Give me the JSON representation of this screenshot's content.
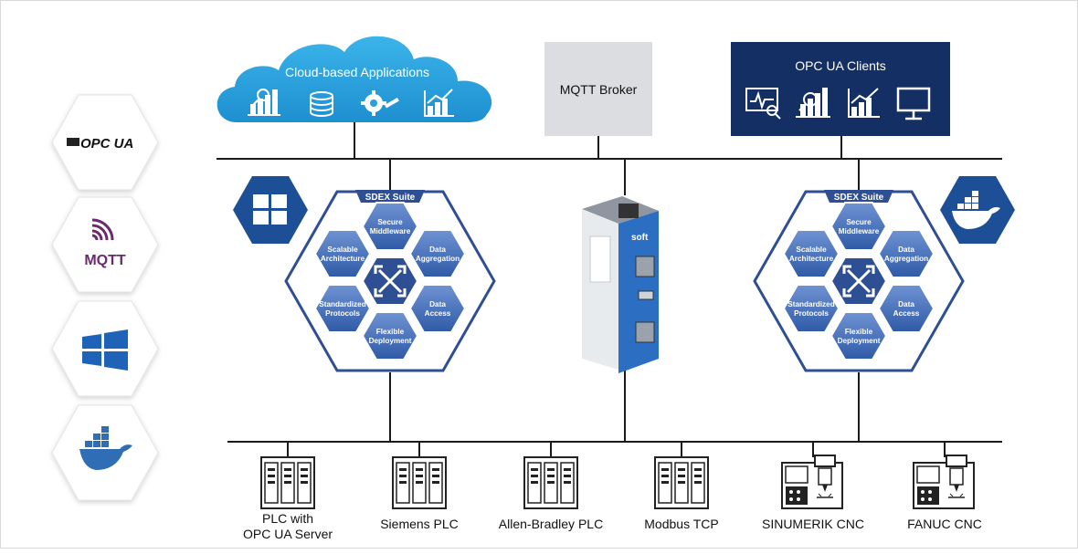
{
  "top": {
    "cloud_label": "Cloud-based Applications",
    "broker_label": "MQTT Broker",
    "clients_label": "OPC UA Clients"
  },
  "sidebar": {
    "items": [
      {
        "label": "OPC UA",
        "icon": "opc-ua-logo"
      },
      {
        "label": "MQTT",
        "icon": "mqtt-logo"
      },
      {
        "label": "",
        "icon": "windows-logo"
      },
      {
        "label": "",
        "icon": "docker-logo"
      }
    ]
  },
  "suites": [
    {
      "title": "SDEX Suite",
      "platform_icon": "windows-logo",
      "modules": {
        "top": [
          "Secure",
          "Middleware"
        ],
        "upper_right": [
          "Data",
          "Aggregation"
        ],
        "lower_right": [
          "Data",
          "Access"
        ],
        "bottom": [
          "Flexible",
          "Deployment"
        ],
        "lower_left": [
          "Standardized",
          "Protocols"
        ],
        "upper_left": [
          "Scalable",
          "Architecture"
        ]
      }
    },
    {
      "title": "SDEX Suite",
      "platform_icon": "docker-logo",
      "modules": {
        "top": [
          "Secure",
          "Middleware"
        ],
        "upper_right": [
          "Data",
          "Aggregation"
        ],
        "lower_right": [
          "Data",
          "Access"
        ],
        "bottom": [
          "Flexible",
          "Deployment"
        ],
        "lower_left": [
          "Standardized",
          "Protocols"
        ],
        "upper_left": [
          "Scalable",
          "Architecture"
        ]
      }
    }
  ],
  "device": {
    "brand": "soft"
  },
  "bottom": {
    "items": [
      {
        "label1": "PLC with",
        "label2": "OPC UA Server",
        "icon": "plc-icon"
      },
      {
        "label1": "Siemens PLC",
        "icon": "plc-icon"
      },
      {
        "label1": "Allen-Bradley PLC",
        "icon": "plc-icon"
      },
      {
        "label1": "Modbus TCP",
        "icon": "plc-icon"
      },
      {
        "label1": "SINUMERIK CNC",
        "icon": "cnc-icon"
      },
      {
        "label1": "FANUC CNC",
        "icon": "cnc-icon"
      }
    ]
  },
  "colors": {
    "accent_dark": "#1f3d7a",
    "hex_blue": "#3a63ad",
    "cloud_blue": "#2aa0dc",
    "navy_box": "#132f63",
    "broker_gray": "#dcdde0",
    "line": "#1a1a1a"
  }
}
